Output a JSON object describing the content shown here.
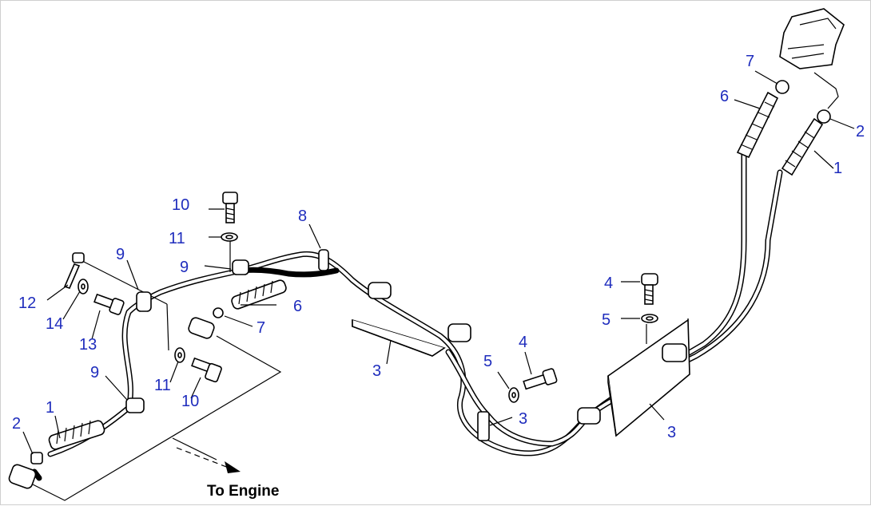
{
  "diagram": {
    "bottom_label": "To Engine",
    "callouts": [
      {
        "id": "c-10-top",
        "text": "10"
      },
      {
        "id": "c-11-top",
        "text": "11"
      },
      {
        "id": "c-9-mid",
        "text": "9"
      },
      {
        "id": "c-9-left",
        "text": "9"
      },
      {
        "id": "c-8",
        "text": "8"
      },
      {
        "id": "c-6-left",
        "text": "6"
      },
      {
        "id": "c-7-left",
        "text": "7"
      },
      {
        "id": "c-12",
        "text": "12"
      },
      {
        "id": "c-14",
        "text": "14"
      },
      {
        "id": "c-13",
        "text": "13"
      },
      {
        "id": "c-11-low",
        "text": "11"
      },
      {
        "id": "c-10-low",
        "text": "10"
      },
      {
        "id": "c-9-low",
        "text": "9"
      },
      {
        "id": "c-1-left",
        "text": "1"
      },
      {
        "id": "c-2-left",
        "text": "2"
      },
      {
        "id": "c-3-a",
        "text": "3"
      },
      {
        "id": "c-5-mid",
        "text": "5"
      },
      {
        "id": "c-4-mid",
        "text": "4"
      },
      {
        "id": "c-3-b",
        "text": "3"
      },
      {
        "id": "c-4-right",
        "text": "4"
      },
      {
        "id": "c-5-right",
        "text": "5"
      },
      {
        "id": "c-3-c",
        "text": "3"
      },
      {
        "id": "c-7-right",
        "text": "7"
      },
      {
        "id": "c-6-right",
        "text": "6"
      },
      {
        "id": "c-2-right",
        "text": "2"
      },
      {
        "id": "c-1-right",
        "text": "1"
      }
    ]
  }
}
